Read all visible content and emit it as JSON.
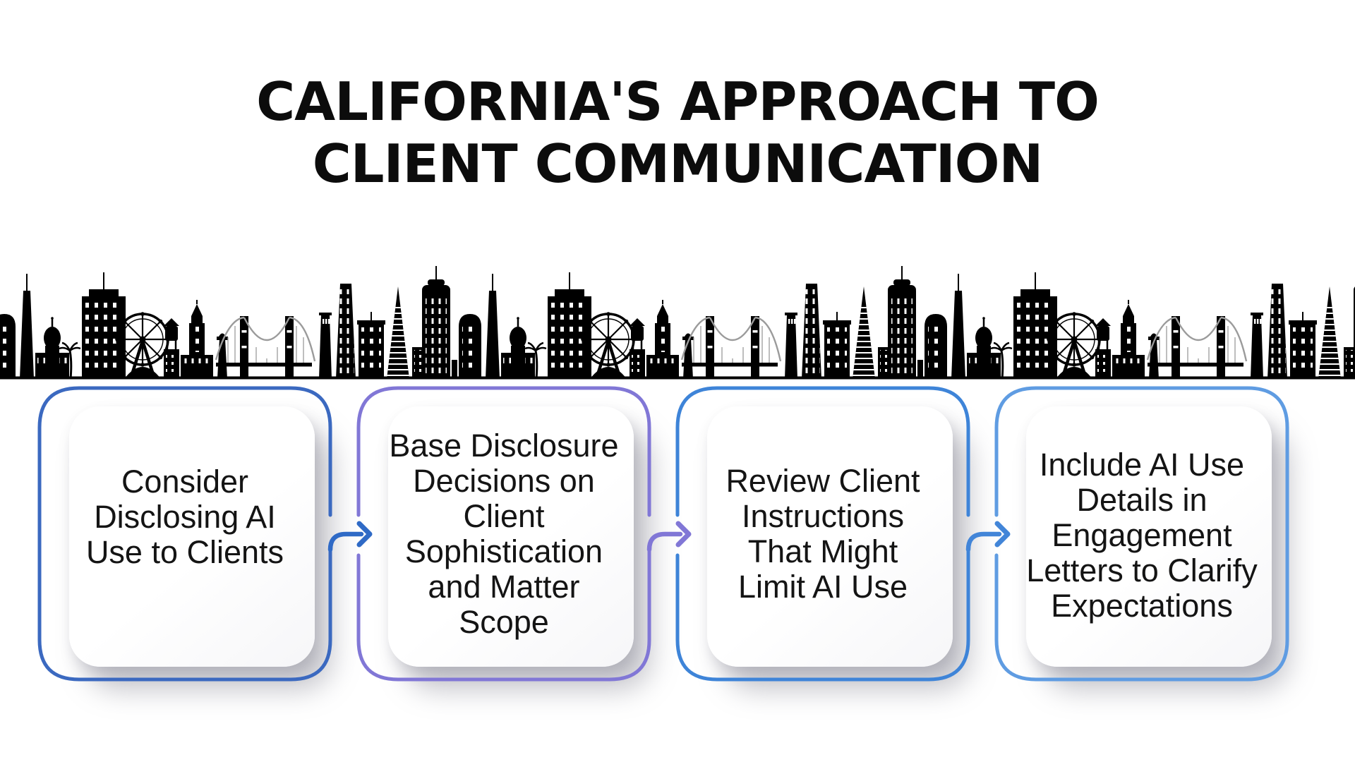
{
  "page": {
    "background": "#ffffff"
  },
  "title": {
    "text": "CALIFORNIA'S APPROACH TO\nCLIENT COMMUNICATION",
    "color": "#0c0c0c"
  },
  "skyline": {
    "icon": "california-city-skyline-silhouette",
    "color": "#000000",
    "cable_color": "#9b9b9b"
  },
  "flow": {
    "steps": [
      {
        "text": "Consider\nDisclosing AI\nUse to Clients",
        "border_color": "#3b69c0"
      },
      {
        "text": "Base Disclosure\nDecisions on\nClient\nSophistication\nand Matter\nScope",
        "border_color": "#8177d6"
      },
      {
        "text": "Review Client\nInstructions\nThat Might\nLimit AI Use",
        "border_color": "#3e84d8"
      },
      {
        "text": "Include AI Use\nDetails in\nEngagement\nLetters to Clarify\nExpectations",
        "border_color": "#5f9ce2"
      }
    ],
    "connectors": [
      {
        "color": "#2f6ac6"
      },
      {
        "color": "#8177d6"
      },
      {
        "color": "#4285d8"
      }
    ]
  }
}
